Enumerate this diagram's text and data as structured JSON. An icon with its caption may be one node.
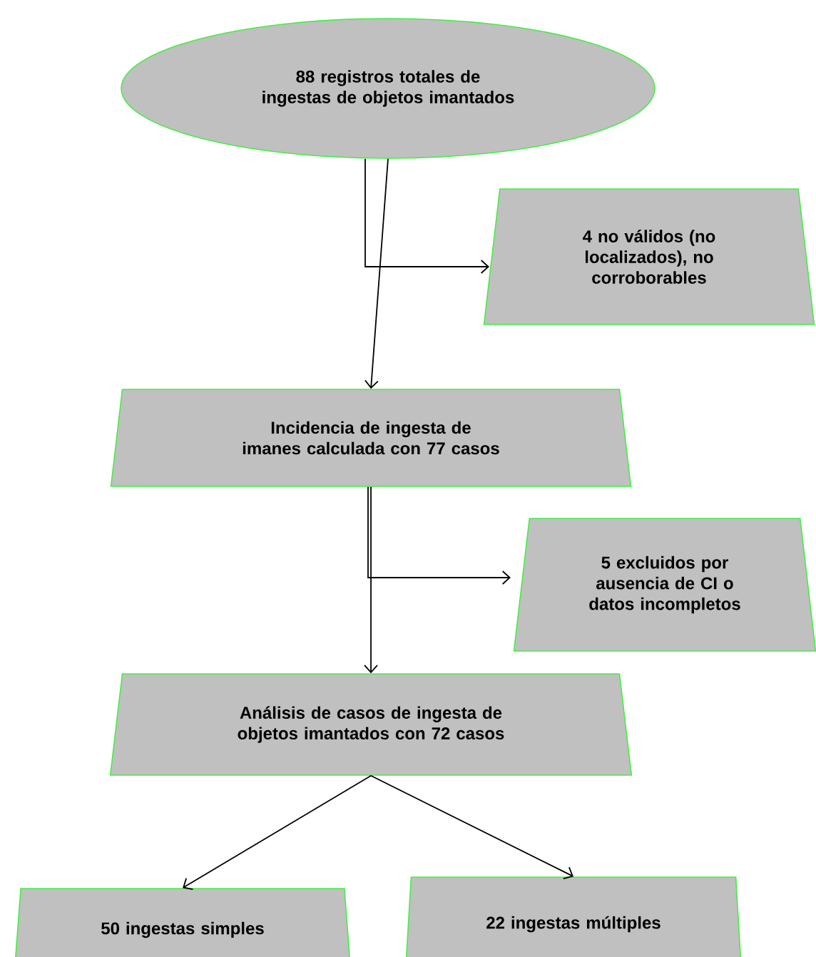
{
  "diagram": {
    "nodes": [
      {
        "text": [
          "88 registros totales de ingestas de objetos imantados"
        ]
      },
      {
        "text": [
          "4 no válidos (no localizados), no corroborables"
        ]
      },
      {
        "text": [
          "Incidencia de ingesta de imanes calculada con 77 casos"
        ]
      },
      {
        "text": [
          "5 excluidos por ausencia de CI o datos incompletos"
        ]
      },
      {
        "text": [
          "Análisis de casos de ingesta de objetos imantados con 72 casos"
        ]
      },
      {
        "text": [
          "50 ingestas simples"
        ]
      },
      {
        "text": [
          "22 ingestas múltiples"
        ]
      }
    ],
    "edges": [
      {
        "from": 0,
        "to": 2,
        "arrow": "to"
      },
      {
        "from": 0,
        "to": 1,
        "arrow": "to"
      },
      {
        "from": 2,
        "to": 4,
        "arrow": "to"
      },
      {
        "from": 2,
        "to": 3,
        "arrow": "to"
      },
      {
        "from": 4,
        "to": 5,
        "arrow": "to"
      },
      {
        "from": 4,
        "to": 6,
        "arrow": "to"
      }
    ]
  }
}
